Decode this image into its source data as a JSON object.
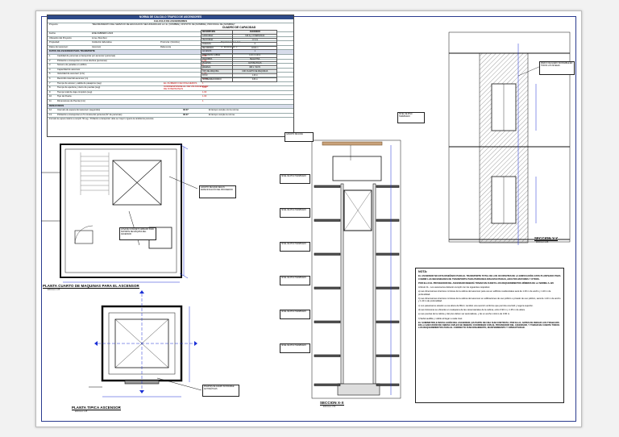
{
  "calc": {
    "header": "NORMA DE CALCULO TRAFICO DE ASCENSORES",
    "subheader": "CALCULO DE ASCENSORES",
    "rows": [
      {
        "k": "Proyecto:",
        "v": "\"MEJORAMIENTO DEL SERVICIO DE EDUCACION SECUNDARIA EN LA I.E. (NOMBRE), DISTRITO DE (NOMBRE), PROVINCIA DE (NOMBRE)\""
      },
      {
        "k": "Fecha:",
        "v": "ENE-FEBRERO-2024"
      },
      {
        "k": "Ubicación del Proyecto:",
        "v": "Lima, (Nombre)"
      },
      {
        "k": "Propiedad:",
        "v": "Institución Educativa",
        "c3": "Provincia: (Nombre)",
        "c4": "Departamento: Lima"
      },
      {
        "k": "Datos del ascensor:",
        "v": "Ascensor",
        "c3": "Referencia",
        "c4": "N° ascensores: 1"
      }
    ],
    "section1": "DATOS DE ASCENSOR PARA TRANSPORTE",
    "section2": "RESULTADOS",
    "items": [
      {
        "n": "1",
        "t": "Cantidad de personas a transportar por ascensor (personas)",
        "v": "1.00"
      },
      {
        "n": "2",
        "t": "Población a transportar en zona efectiva (personas)",
        "v": "1.00"
      },
      {
        "n": "3",
        "t": "Número de paradas en edificio",
        "v": "6"
      },
      {
        "n": "4",
        "t": "Capacidad de ascensor",
        "v": "1"
      },
      {
        "n": "5",
        "t": "Velocidad de ascensor (m/s)",
        "v": "1.00"
      },
      {
        "n": "6",
        "t": "Recorrido total del ascensor (m)",
        "v": "18.00"
      },
      {
        "n": "7",
        "t": "Tiempo de acceso y salida de pasajeros (seg)",
        "v": "1"
      },
      {
        "n": "8",
        "t": "Tiempo de apertura y cierre de puertas (seg)",
        "v": "5.00"
      },
      {
        "n": "9",
        "t": "Tiempo total de viaje completo (seg)",
        "v": "1.00"
      },
      {
        "n": "10",
        "t": "Tipo de Puerta",
        "v": "1.00"
      },
      {
        "n": "11",
        "t": "Dimensiones de Puerta (mm)",
        "v": "1"
      }
    ],
    "results": [
      {
        "n": "12",
        "t": "Intervalo de espera del ascensor (segundos)",
        "v": "32.07",
        "r": "El tiempo cumple con la norma"
      },
      {
        "n": "13",
        "t": "Población a transportar en 5 minutos del personal (N° de personas)",
        "v": "36.07",
        "r": "El tiempo cumple la norma"
      }
    ],
    "footnote": "Intervalo de espera máximo a cumplir: 50 seg. / Población a transportar: debe ser mayor o igual a la cantidad de personas.",
    "red_note": "EL NÚMERO DE PASAJEROS CORRESPONDE AL DE UN ASCENSOR DE 8 PERSONAS"
  },
  "capacity": {
    "title": "CUADRO DE CAPACIDAD",
    "headers": [
      "DESCRIPCIÓN",
      "ASCENSOR"
    ],
    "rows": [
      [
        "CAPACIDAD",
        "630 Kg / 8 PERSONAS"
      ],
      [
        "VELOCIDAD",
        "1.0 m/s"
      ],
      [
        "PARADAS",
        "6"
      ],
      [
        "RECORRIDO",
        "18.00 m"
      ],
      [
        "ACCESOS",
        "1"
      ],
      [
        "DIMENSIÓN CABINA",
        "1.10 x 1.40 m"
      ],
      [
        "MANIOBRA",
        "SELECTIVA"
      ],
      [
        "PUERTAS",
        "AUTOMÁTICAS"
      ],
      [
        "ENERGÍA",
        "380 V / 60 Hz"
      ],
      [
        "TIPO DE MÁQUINA",
        "CON CUARTO DE MÁQUINAS"
      ],
      [
        "FOSO",
        "1.20 m"
      ],
      [
        "SOBRERRECORRIDO",
        "3.80 m"
      ]
    ]
  },
  "titles": {
    "machine_room": "PLANTA CUARTO DE MAQUINAS PARA EL ASCENSOR",
    "machine_room_scale": "ESCALA 1:25",
    "typical_plan": "PLANTA TIPICA ASCENSOR",
    "typical_plan_scale": "ESCALA 1:25",
    "section_x": "SECCION X-X",
    "section_x_scale": "ESCALA 1:50",
    "section_y": "SECCION Y-Y",
    "section_y_scale": "ESCALA 1:25"
  },
  "callouts": {
    "machine_room_1": "LOSA DE CONCRETO ARMADO PARA SOPORTE DE MÁQUINA DEL ASCENSOR",
    "machine_room_2": "GANCHO DE IZAJE SEGÚN ESPECIFICACIÓN DEL PROVEEDOR",
    "typical_1": "PUERTAS DE ACERO INOXIDABLE AUTOMÁTICAS",
    "section_y_1": "MARCO DE ACERO INOXIDABLE EN TODOS LOS NIVELES",
    "section_x_top": "GANCHO DE IZAJE",
    "section_x_floor": "NIVEL DE PISO TERMINADO"
  },
  "note": {
    "title": "NOTA:",
    "p1": "EL ASCENSOR NO ESTA DISEÑADO PARA EL TRANSPORTE TOTAL DE LOS OCUPANTES DE LA EDIFICACIÓN. ESTA PLANTEADO PARA CUBRIR LAS NECESIDADES DE TRANSPORTE PARA PERSONAS DISCAPACITADAS, ADULTOS MAYORES Y OTROS.",
    "p2": "POR ELLO EL PROVEEDOR DEL ASCENSOR DEBERÁ TOMAR EN CUENTA LOS REQUERIMIENTOS MÍNIMOS DE LA NORMA A.120",
    "p3": "Artículo 11.- Los ascensores deberán cumplir con los siguientes requisitos:",
    "p4": "a) Las dimensiones interiores mínimas de la cabina del ascensor para uso en edificios residenciales será de 1.00 m de ancho y 1.20 m de profundidad.",
    "p5": "b) Las dimensiones interiores mínimas de la cabina del ascensor en edificaciones de uso público o privado de uso público, será de 1.20 m de ancho y 1.40 m de profundidad.",
    "p6": "c) Los pasamanos estarán a una altura de 80cm; tendrán una sección uniforme que permita una fácil y segura sujeción.",
    "p7": "d) Las botoneras se ubicarán en cualquiera de las caras laterales de la cabina, entre 0.90 m y 1.35 m de altura.",
    "p8": "e) Las puertas de la cabina y del piso deben ser automáticas, y de un ancho mínimo de 0.90 m.",
    "p9": "f) Señal audible y visible al llegar a cada nivel.",
    "p10": "EL SUMINISTRO E INSTALACIÓN DEL ASCENSOR, ES PARTE DE UNA SUB CONTRATA; POR ELLO, ANTES DE INICIAR LOS TRABAJOS EN LA EJECUCIÓN DE OBRAS CIVILES SE DEBERÁ COORDINAR CON EL PROVEEDOR DEL ASCENSOR, Y TOMAR EN CUENTA TODOS LOS REQUERIMIENTOS PARA EL CORRECTO FUNCIONAMIENTO, MANTENIMIENTO Y OPERATIVIDAD."
  },
  "colors": {
    "header": "#2e4a88",
    "frame": "#2a3b8f",
    "red": "#cc0000",
    "blue": "#1a2fd6"
  }
}
